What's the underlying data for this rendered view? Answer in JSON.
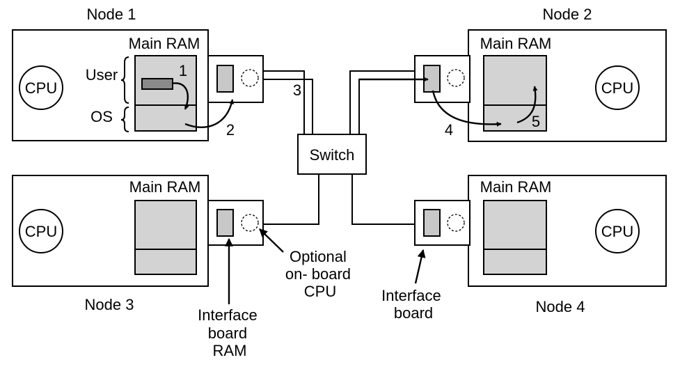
{
  "nodes": {
    "node1": {
      "label": "Node 1",
      "ram_label": "Main RAM",
      "cpu_label": "CPU"
    },
    "node2": {
      "label": "Node 2",
      "ram_label": "Main RAM",
      "cpu_label": "CPU"
    },
    "node3": {
      "label": "Node 3",
      "ram_label": "Main RAM",
      "cpu_label": "CPU"
    },
    "node4": {
      "label": "Node 4",
      "ram_label": "Main RAM",
      "cpu_label": "CPU"
    }
  },
  "memory_regions": {
    "user": "User",
    "os": "OS"
  },
  "switch_label": "Switch",
  "steps": [
    "1",
    "2",
    "3",
    "4",
    "5"
  ],
  "callouts": {
    "optional_cpu": [
      "Optional",
      "on- board",
      "CPU"
    ],
    "interface_board_ram": [
      "Interface",
      "board",
      "RAM"
    ],
    "interface_board": [
      "Interface",
      "board"
    ]
  }
}
